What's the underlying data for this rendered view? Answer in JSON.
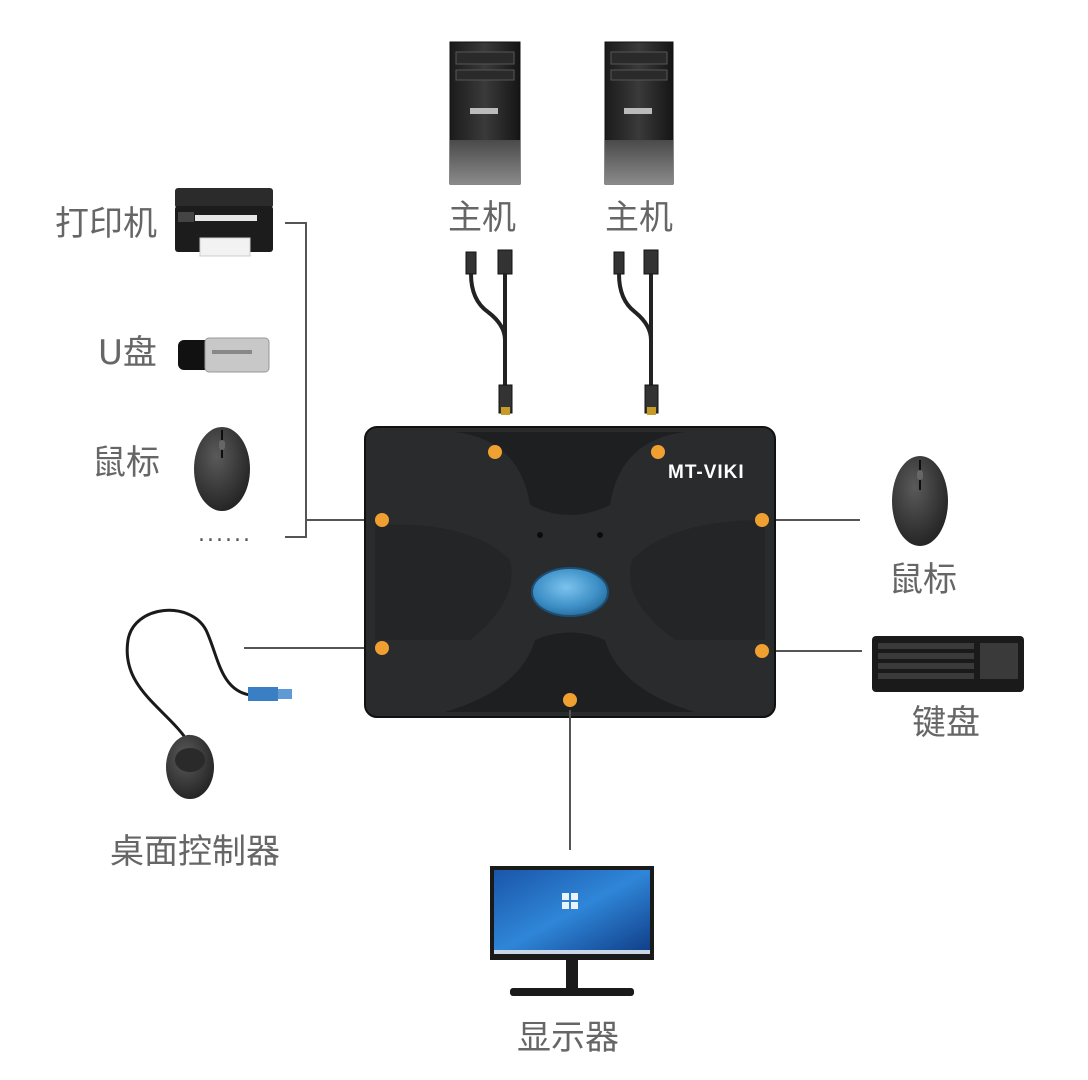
{
  "labels": {
    "host_1": "主机",
    "host_2": "主机",
    "printer": "打印机",
    "usb_drive": "U盘",
    "mouse_left": "鼠标",
    "more": "......",
    "mouse_right": "鼠标",
    "keyboard": "键盘",
    "desktop_controller": "桌面控制器",
    "monitor": "显示器"
  },
  "device": {
    "brand": "MT-VIKI"
  },
  "colors": {
    "label_text": "#666666",
    "device_body": "#2a2b2d",
    "port_dot": "#f0a030",
    "switch_button": "#3d8fc6",
    "line": "#555555"
  }
}
